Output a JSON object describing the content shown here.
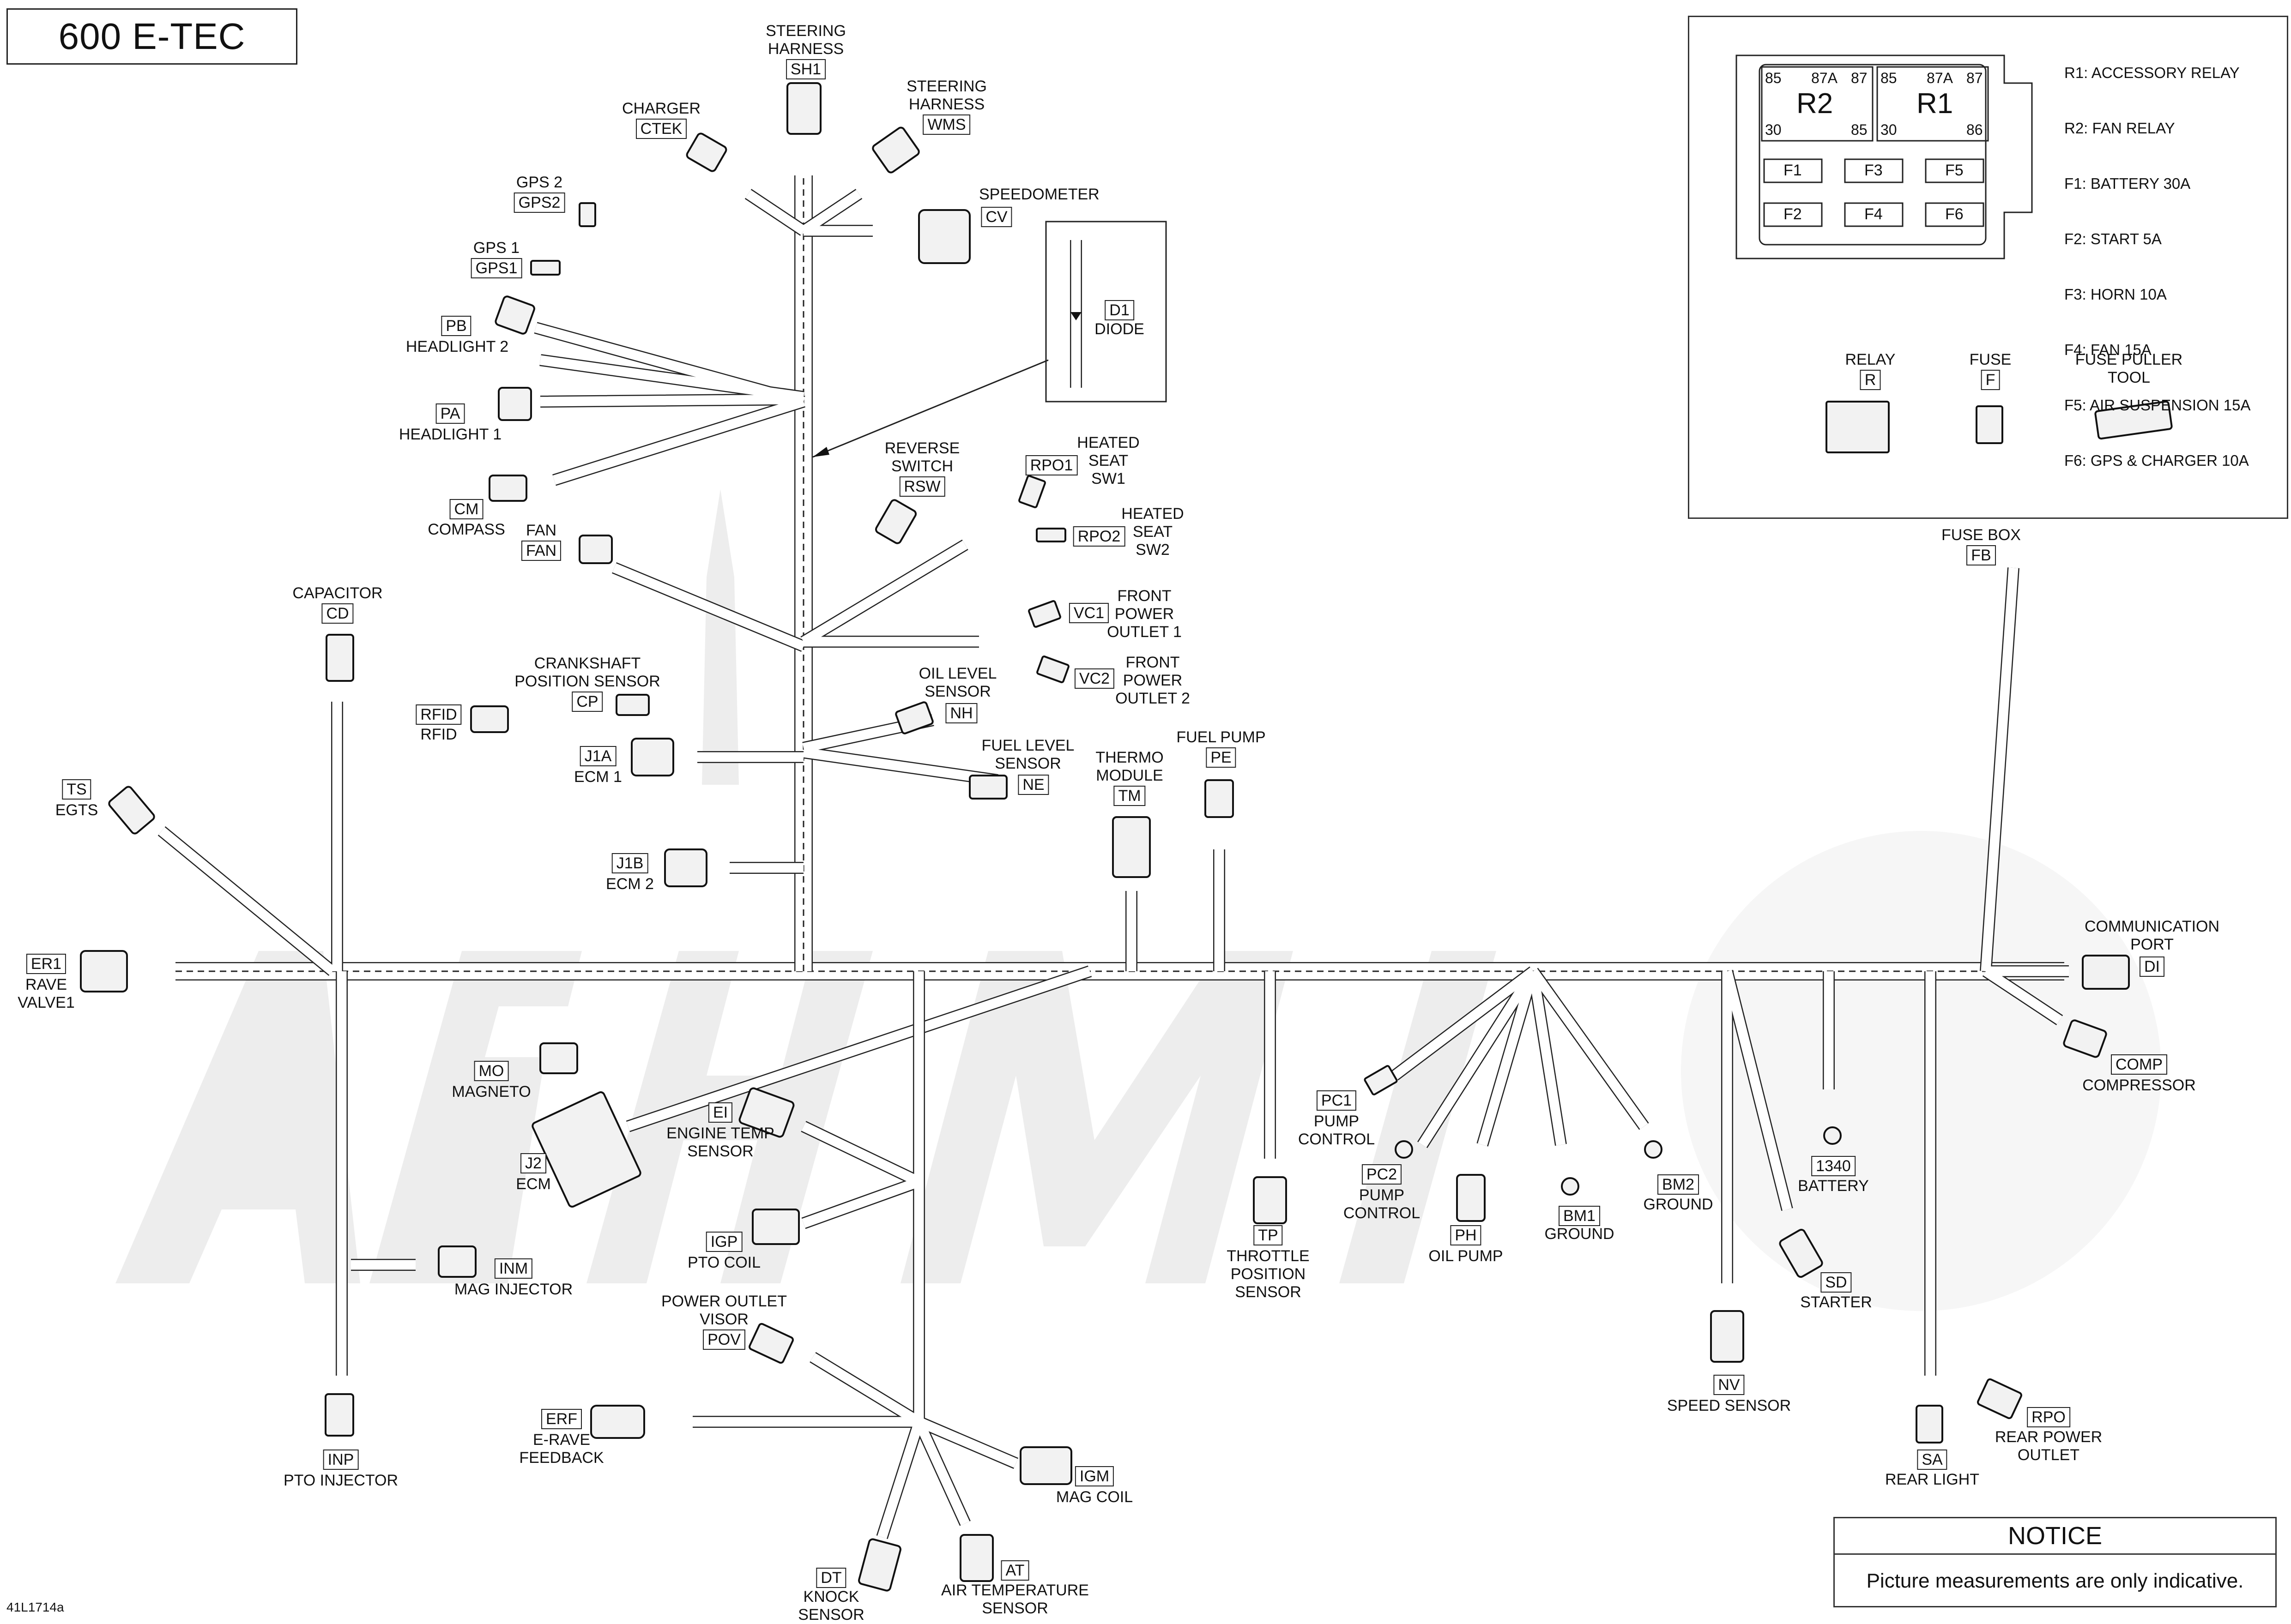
{
  "title": "600 E-TEC",
  "reference": "41L1714a",
  "notice": {
    "heading": "NOTICE",
    "text": "Picture measurements are only indicative."
  },
  "fuse_box": {
    "legend": [
      "R1: ACCESSORY RELAY",
      "R2: FAN RELAY",
      "F1: BATTERY 30A",
      "F2: START 5A",
      "F3: HORN 10A",
      "F4: FAN 15A",
      "F5: AIR SUSPENSION 15A",
      "F6: GPS & CHARGER 10A"
    ],
    "relay_r2": {
      "name": "R2",
      "pins": [
        "85",
        "87A",
        "87",
        "30",
        "85"
      ]
    },
    "relay_r1": {
      "name": "R1",
      "pins": [
        "85",
        "87A",
        "87",
        "30",
        "86"
      ]
    },
    "fuses": [
      "F1",
      "F3",
      "F5",
      "F2",
      "F4",
      "F6"
    ],
    "parts": [
      {
        "label": "RELAY",
        "code": "R"
      },
      {
        "label": "FUSE",
        "code": "F"
      },
      {
        "label": "FUSE PULLER\nTOOL",
        "code": ""
      }
    ]
  },
  "components": {
    "sh1": {
      "label": "STEERING\nHARNESS",
      "code": "SH1"
    },
    "wms": {
      "label": "STEERING\nHARNESS",
      "code": "WMS"
    },
    "ctek": {
      "label": "CHARGER",
      "code": "CTek"
    },
    "gps2": {
      "label": "GPS 2",
      "code": "GPS2"
    },
    "gps1": {
      "label": "GPS 1",
      "code": "GPS1"
    },
    "cv": {
      "label": "SPEEDOMETER",
      "code": "CV"
    },
    "pb": {
      "label": "HEADLIGHT 2",
      "code": "PB"
    },
    "pa": {
      "label": "HEADLIGHT 1",
      "code": "PA"
    },
    "cm": {
      "label": "COMPASS",
      "code": "CM"
    },
    "fan": {
      "label": "FAN",
      "code": "FAN"
    },
    "d1": {
      "label": "DIODE",
      "code": "D1"
    },
    "rsw": {
      "label": "REVERSE\nSWITCH",
      "code": "RSW"
    },
    "rpo1": {
      "label": "HEATED\nSEAT\nSW1",
      "code": "RPO1"
    },
    "rpo2": {
      "label": "HEATED\nSEAT\nSW2",
      "code": "RPO2"
    },
    "vc1": {
      "label": "FRONT\nPOWER\nOUTLET 1",
      "code": "VC1"
    },
    "vc2": {
      "label": "FRONT\nPOWER\nOUTLET 2",
      "code": "VC2"
    },
    "cd": {
      "label": "CAPACITOR",
      "code": "CD"
    },
    "cp": {
      "label": "CRANKSHAFT\nPOSITION SENSOR",
      "code": "CP"
    },
    "rfid": {
      "label": "RFID",
      "code": "RFID"
    },
    "j1a": {
      "label": "ECM 1",
      "code": "J1A"
    },
    "j1b": {
      "label": "ECM 2",
      "code": "J1B"
    },
    "nh": {
      "label": "OIL LEVEL\nSENSOR",
      "code": "NH"
    },
    "ne": {
      "label": "FUEL LEVEL\nSENSOR",
      "code": "NE"
    },
    "tm": {
      "label": "THERMO\nMODULE",
      "code": "TM"
    },
    "pe": {
      "label": "FUEL PUMP",
      "code": "PE"
    },
    "ts": {
      "label": "EGTS",
      "code": "TS"
    },
    "er1": {
      "label": "RAVE\nVALVE1",
      "code": "ER1"
    },
    "fb": {
      "label": "FUSE BOX",
      "code": "FB"
    },
    "di": {
      "label": "COMMUNICATION\nPORT",
      "code": "DI"
    },
    "comp": {
      "label": "COMPRESSOR",
      "code": "COMP"
    },
    "mo": {
      "label": "MAGNETO",
      "code": "MO"
    },
    "j2": {
      "label": "ECM",
      "code": "J2"
    },
    "ei": {
      "label": "ENGINE TEMP\nSENSOR",
      "code": "EI"
    },
    "igp": {
      "label": "PTO COIL",
      "code": "IGP"
    },
    "inm": {
      "label": "MAG INJECTOR",
      "code": "INM"
    },
    "inp": {
      "label": "PTO INJECTOR",
      "code": "INP"
    },
    "pov": {
      "label": "POWER OUTLET\nVISOR",
      "code": "POV"
    },
    "erf": {
      "label": "E-RAVE\nFEEDBACK",
      "code": "ERF"
    },
    "igm": {
      "label": "MAG COIL",
      "code": "IGM"
    },
    "dt": {
      "label": "KNOCK\nSENSOR",
      "code": "DT"
    },
    "at": {
      "label": "AIR TEMPERATURE\nSENSOR",
      "code": "AT"
    },
    "tp": {
      "label": "THROTTLE\nPOSITION\nSENSOR",
      "code": "TP"
    },
    "pc1": {
      "label": "PUMP\nCONTROL",
      "code": "PC1"
    },
    "pc2": {
      "label": "PUMP\nCONTROL",
      "code": "PC2"
    },
    "ph": {
      "label": "OIL PUMP",
      "code": "PH"
    },
    "bm1": {
      "label": "GROUND",
      "code": "BM1"
    },
    "bm2": {
      "label": "GROUND",
      "code": "BM2"
    },
    "battery": {
      "label": "BATTERY",
      "code": "1340"
    },
    "nv": {
      "label": "SPEED SENSOR",
      "code": "NV"
    },
    "sd": {
      "label": "STARTER",
      "code": "SD"
    },
    "sa": {
      "label": "REAR LIGHT",
      "code": "SA"
    },
    "rpo": {
      "label": "REAR POWER\nOUTLET",
      "code": "RPO"
    }
  }
}
